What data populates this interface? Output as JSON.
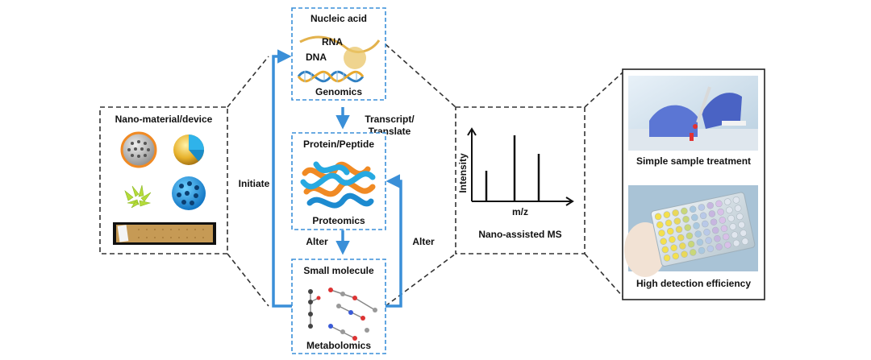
{
  "nano_box": {
    "title": "Nano-material/device"
  },
  "omics": {
    "nucleic": {
      "title": "Nucleic acid",
      "rna": "RNA",
      "dna": "DNA",
      "footer": "Genomics"
    },
    "protein": {
      "title": "Protein/Peptide",
      "footer": "Proteomics"
    },
    "small": {
      "title": "Small molecule",
      "footer": "Metabolomics"
    }
  },
  "arrows": {
    "initiate": "Initiate",
    "transcript_line1": "Transcript/",
    "transcript_line2": "Translate",
    "alter_left": "Alter",
    "alter_right": "Alter"
  },
  "ms_box": {
    "ylabel": "Intensity",
    "xlabel": "m/z",
    "caption": "Nano-assisted MS"
  },
  "benefits": {
    "item1": "Simple sample treatment",
    "item2": "High detection efficiency"
  },
  "colors": {
    "arrow_blue": "#3a8fd8",
    "dashed": "#333333",
    "orange": "#f08a24",
    "cyan": "#27a9e1"
  },
  "icons": [
    "mesoporous-sphere-icon",
    "janus-particle-icon",
    "nanoflower-icon",
    "porous-blue-sphere-icon",
    "chip-icon",
    "dna-helix-icon",
    "protein-ribbon-icon",
    "molecule-icon",
    "lab-pipette-photo",
    "well-plate-photo"
  ]
}
